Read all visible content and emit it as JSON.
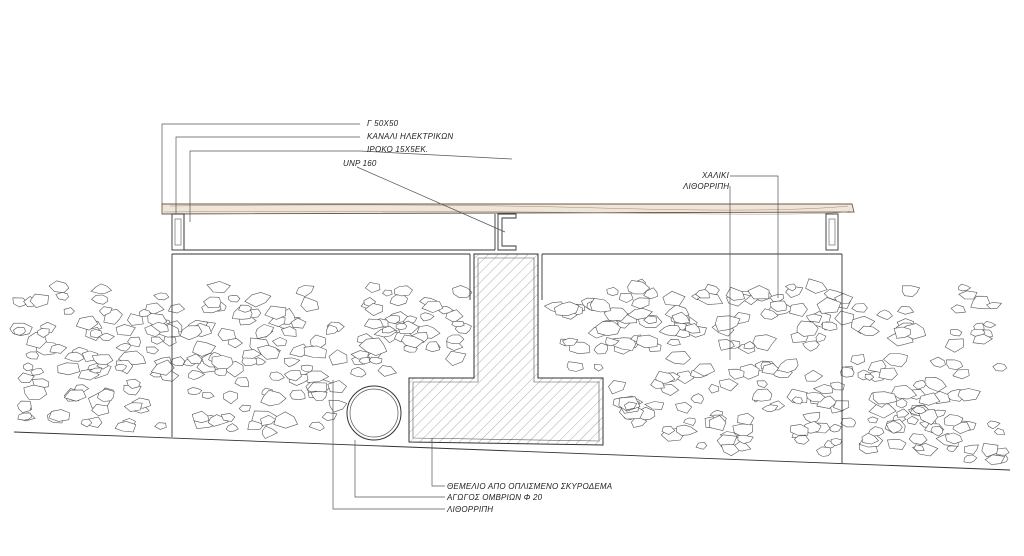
{
  "labels": {
    "g_profile": "Γ 50Χ50",
    "cable_channel": "ΚΑΝΑΛΙ ΗΛΕΚΤΡΙΚΩΝ",
    "iroko": "ΙΡΟΚΟ 15Χ5ΕΚ.",
    "unp": "UNP 160",
    "gravel": "ΧΑΛΙΚΙ",
    "rubble_right": "ΛΙΘΟΡΡΙΠΗ",
    "foundation": "ΘΕΜΕΛΙΟ ΑΠΟ ΟΠΛΙΣΜΕΝΟ ΣΚΥΡΟΔΕΜΑ",
    "storm_pipe": "ΑΓΩΓΟΣ ΟΜΒΡΙΩΝ Φ 20",
    "rubble_bottom": "ΛΙΘΟΡΡΙΠΗ"
  },
  "colors": {
    "line": "#333333",
    "deck": "#d8c8b4",
    "hatch": "#666666",
    "stone": "#555555"
  }
}
